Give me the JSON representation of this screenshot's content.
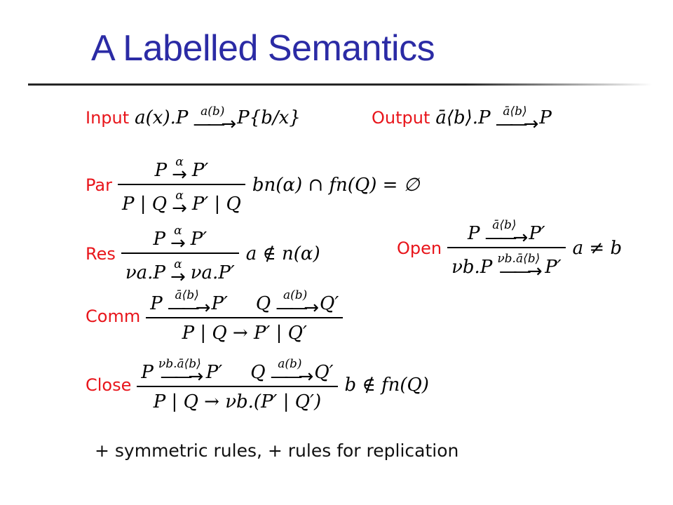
{
  "slide": {
    "title": "A Labelled Semantics",
    "footer": "+ symmetric rules, + rules for replication"
  },
  "rules": {
    "input": {
      "name": "Input",
      "term": "a(x).P",
      "label": "a(b)",
      "result": "P{b/x}"
    },
    "output": {
      "name": "Output",
      "term": "ā⟨b⟩.P",
      "label": "ā⟨b⟩",
      "result": "P"
    },
    "par": {
      "name": "Par",
      "premise": {
        "left": "P",
        "label": "α",
        "right": "P′"
      },
      "conclusion": {
        "left": "P | Q",
        "label": "α",
        "right": "P′ | Q"
      },
      "side_condition": "bn(α) ∩ fn(Q) = ∅"
    },
    "res": {
      "name": "Res",
      "premise": {
        "left": "P",
        "label": "α",
        "right": "P′"
      },
      "conclusion": {
        "left": "νa.P",
        "label": "α",
        "right": "νa.P′"
      },
      "side_condition": "a ∉ n(α)"
    },
    "open": {
      "name": "Open",
      "premise": {
        "left": "P",
        "label": "ā⟨b⟩",
        "right": "P′"
      },
      "conclusion": {
        "left": "νb.P",
        "label": "νb.ā⟨b⟩",
        "right": "P′"
      },
      "side_condition": "a ≠ b"
    },
    "comm": {
      "name": "Comm",
      "premise1": {
        "left": "P",
        "label": "ā⟨b⟩",
        "right": "P′"
      },
      "premise2": {
        "left": "Q",
        "label": "a(b)",
        "right": "Q′"
      },
      "conclusion": "P | Q → P′ | Q′"
    },
    "close": {
      "name": "Close",
      "premise1": {
        "left": "P",
        "label": "νb.ā⟨b⟩",
        "right": "P′"
      },
      "premise2": {
        "left": "Q",
        "label": "a(b)",
        "right": "Q′"
      },
      "conclusion": "P | Q → νb.(P′ | Q′)",
      "side_condition": "b ∉ fn(Q)"
    }
  }
}
